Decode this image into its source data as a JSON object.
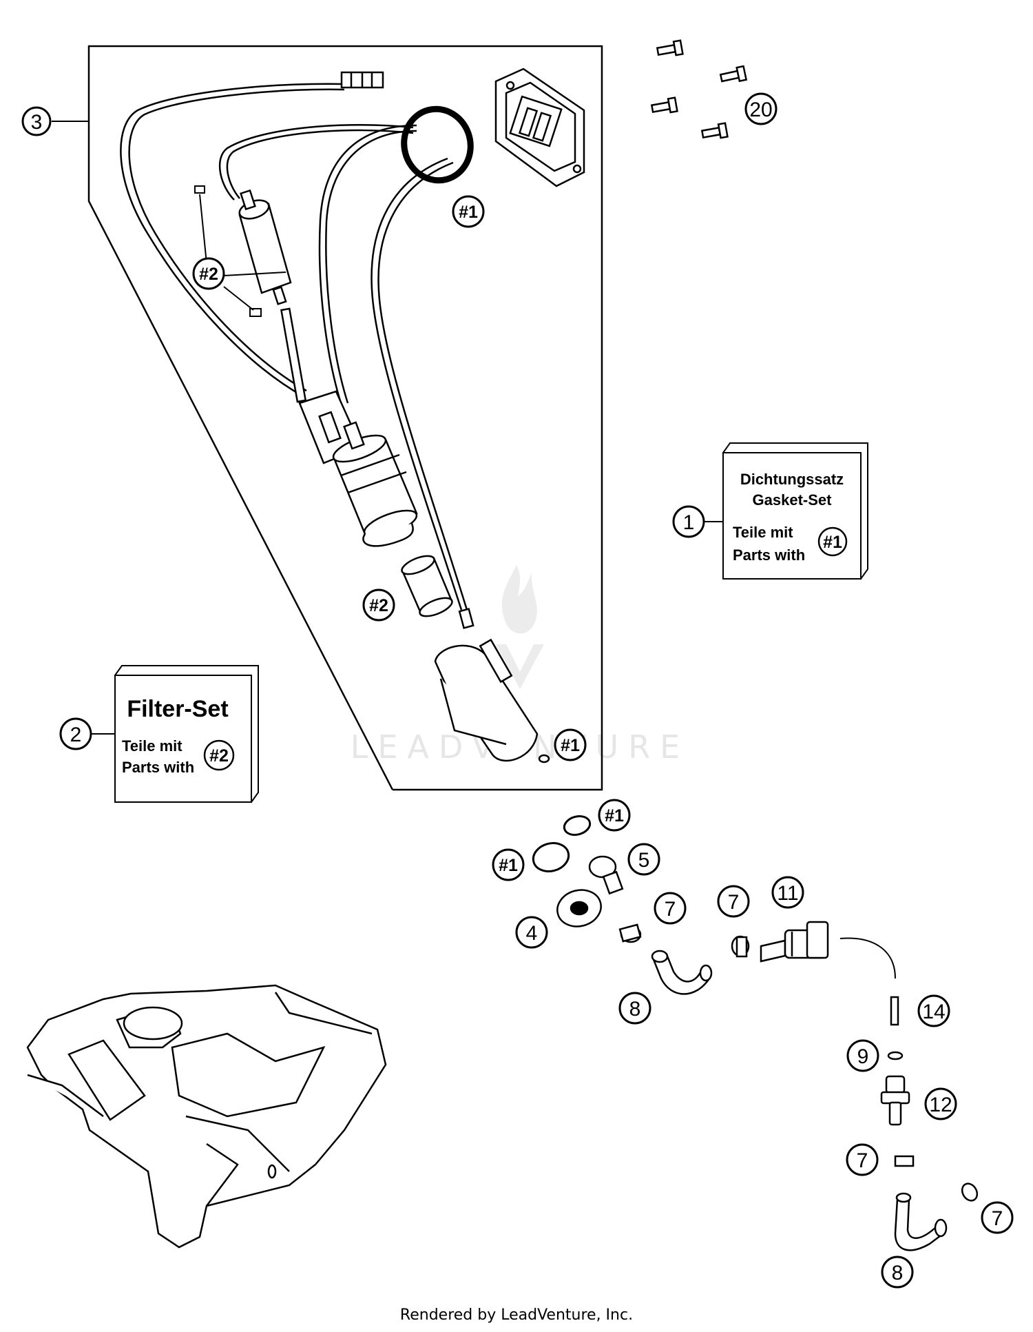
{
  "callouts": [
    {
      "id": "c3",
      "text": "3"
    },
    {
      "id": "c20",
      "text": "20"
    },
    {
      "id": "ref1a",
      "text": "#1"
    },
    {
      "id": "ref2a",
      "text": "#2"
    },
    {
      "id": "ref2b",
      "text": "#2"
    },
    {
      "id": "ref1b",
      "text": "#1"
    },
    {
      "id": "c1",
      "text": "1"
    },
    {
      "id": "c2",
      "text": "2"
    },
    {
      "id": "ref1c",
      "text": "#1"
    },
    {
      "id": "ref1d",
      "text": "#1"
    },
    {
      "id": "c5",
      "text": "5"
    },
    {
      "id": "c4",
      "text": "4"
    },
    {
      "id": "c7a",
      "text": "7"
    },
    {
      "id": "c7b",
      "text": "7"
    },
    {
      "id": "c11",
      "text": "11"
    },
    {
      "id": "c8a",
      "text": "8"
    },
    {
      "id": "c14",
      "text": "14"
    },
    {
      "id": "c9",
      "text": "9"
    },
    {
      "id": "c12",
      "text": "12"
    },
    {
      "id": "c7c",
      "text": "7"
    },
    {
      "id": "c7d",
      "text": "7"
    },
    {
      "id": "c8b",
      "text": "8"
    }
  ],
  "kits": {
    "gasket": {
      "title_de": "Dichtungssatz",
      "title_en": "Gasket-Set",
      "line1": "Teile mit",
      "line2": "Parts with",
      "ref": "#1"
    },
    "filter": {
      "title": "Filter-Set",
      "line1": "Teile mit",
      "line2": "Parts with",
      "ref": "#2"
    }
  },
  "watermark": "LEADVENTURE",
  "footer": "Rendered by LeadVenture, Inc.",
  "colors": {
    "ink": "#000000",
    "paper": "#ffffff",
    "watermark": "#e6e6e6"
  }
}
